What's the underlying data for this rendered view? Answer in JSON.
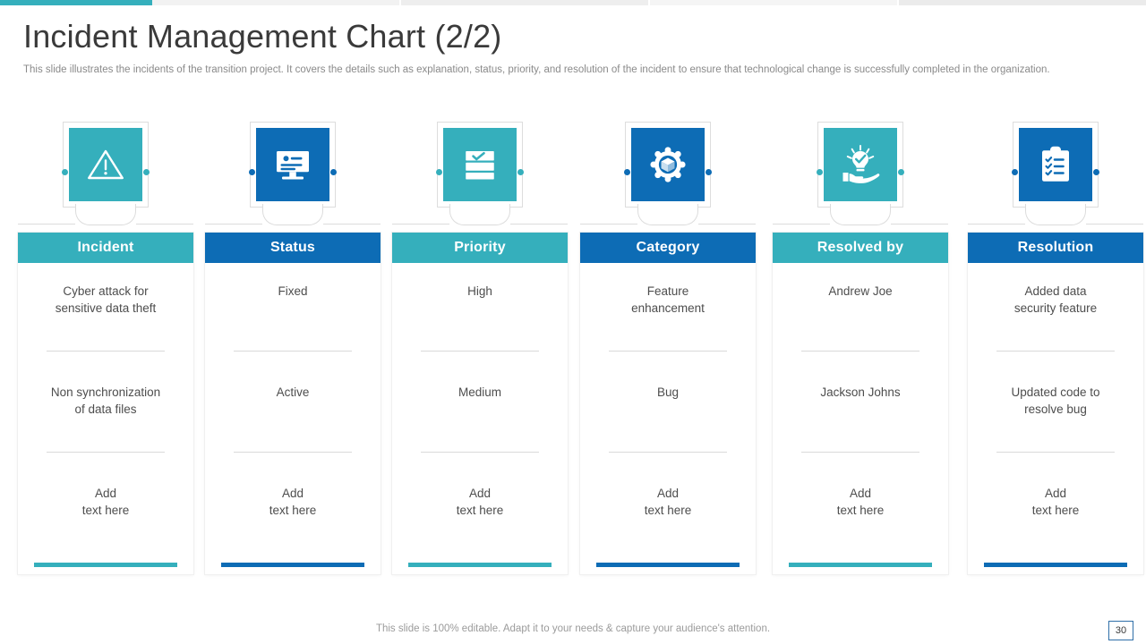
{
  "theme": {
    "teal": "#35afbc",
    "blue": "#0d6cb5",
    "text": "#4d4d4d"
  },
  "header": {
    "title": "Incident Management Chart (2/2)",
    "subtitle": "This slide illustrates the incidents of the transition project. It covers the details such as explanation, status, priority, and resolution of the incident to ensure that technological change is successfully completed in the organization."
  },
  "columns": [
    {
      "id": "incident",
      "title": "Incident",
      "color": "#35afbc",
      "icon": "warning-triangle-icon",
      "cells": [
        "Cyber attack for\nsensitive data theft",
        "Non synchronization\nof data files",
        "Add\ntext here"
      ]
    },
    {
      "id": "status",
      "title": "Status",
      "color": "#0d6cb5",
      "icon": "monitor-user-icon",
      "cells": [
        "Fixed",
        "Active",
        "Add\ntext here"
      ]
    },
    {
      "id": "priority",
      "title": "Priority",
      "color": "#35afbc",
      "icon": "checklist-rows-icon",
      "cells": [
        "High",
        "Medium",
        "Add\ntext here"
      ]
    },
    {
      "id": "category",
      "title": "Category",
      "color": "#0d6cb5",
      "icon": "gear-cube-icon",
      "cells": [
        "Feature\nenhancement",
        "Bug",
        "Add\ntext here"
      ]
    },
    {
      "id": "resolved-by",
      "title": "Resolved by",
      "color": "#35afbc",
      "icon": "hand-lightbulb-icon",
      "cells": [
        "Andrew Joe",
        "Jackson Johns",
        "Add\ntext here"
      ]
    },
    {
      "id": "resolution",
      "title": "Resolution",
      "color": "#0d6cb5",
      "icon": "clipboard-checklist-icon",
      "cells": [
        "Added data\nsecurity feature",
        "Updated code to\nresolve bug",
        "Add\ntext here"
      ]
    }
  ],
  "footer": {
    "note": "This slide is 100% editable. Adapt it to your needs & capture your audience's attention.",
    "page_number": "30"
  }
}
